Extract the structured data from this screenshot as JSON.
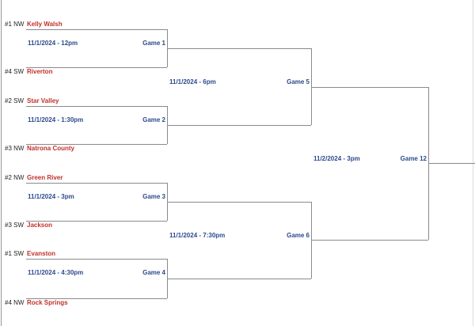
{
  "colors": {
    "team": "#c0302a",
    "info": "#2c4a8c",
    "line": "#8a8a8a"
  },
  "round1": [
    {
      "game": "Game 1",
      "date": "11/1/2024 - 12pm",
      "teams": [
        {
          "seed": "#1 NW",
          "name": "Kelly Walsh"
        },
        {
          "seed": "#4 SW",
          "name": "Riverton"
        }
      ]
    },
    {
      "game": "Game 2",
      "date": "11/1/2024 - 1:30pm",
      "teams": [
        {
          "seed": "#2 SW",
          "name": "Star Valley"
        },
        {
          "seed": "#3 NW",
          "name": "Natrona County"
        }
      ]
    },
    {
      "game": "Game 3",
      "date": "11/1/2024 - 3pm",
      "teams": [
        {
          "seed": "#2 NW",
          "name": "Green River"
        },
        {
          "seed": "#3 SW",
          "name": "Jackson"
        }
      ]
    },
    {
      "game": "Game 4",
      "date": "11/1/2024 - 4:30pm",
      "teams": [
        {
          "seed": "#1 SW",
          "name": "Evanston"
        },
        {
          "seed": "#4 NW",
          "name": "Rock Springs"
        }
      ]
    }
  ],
  "round2": [
    {
      "game": "Game 5",
      "date": "11/1/2024 - 6pm"
    },
    {
      "game": "Game 6",
      "date": "11/1/2024 - 7:30pm"
    }
  ],
  "final": {
    "game": "Game 12",
    "date": "11/2/2024 - 3pm"
  }
}
